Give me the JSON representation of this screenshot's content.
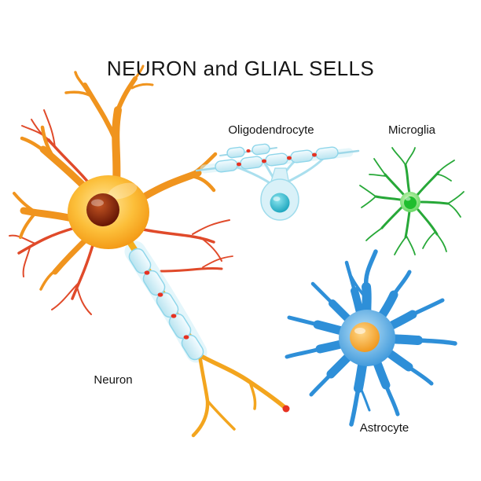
{
  "title": "NEURON and GLIAL SELLS",
  "cells": {
    "neuron": {
      "label": "Neuron"
    },
    "oligodendrocyte": {
      "label": "Oligodendrocyte"
    },
    "microglia": {
      "label": "Microglia"
    },
    "astrocyte": {
      "label": "Astrocyte"
    }
  },
  "colors": {
    "background": "#ffffff",
    "title_text": "#161616",
    "label_text": "#141414",
    "neuron_body": "#f79b1b",
    "neuron_nucleus": "#6b1404",
    "dendrite_red": "#e04a2a",
    "myelin_blue": "#cdeef7",
    "node_red": "#e63222",
    "oligodendrocyte_body": "#d9f1f8",
    "oligodendrocyte_nucleus": "#17a3bc",
    "microglia_green": "#2fc43b",
    "astrocyte_blue": "#2e8fd8",
    "astrocyte_nucleus": "#ef9212"
  }
}
